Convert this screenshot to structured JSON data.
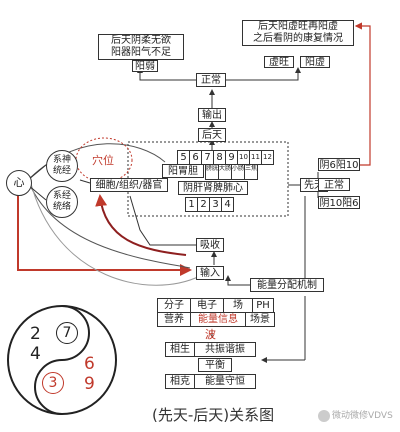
{
  "top_left_box": {
    "line1": "后天阴柔无欲",
    "line2": "阳器阳气不足",
    "label": "阳弱"
  },
  "top_right_box": {
    "line1": "后天阳虚旺再阳虚",
    "line2": "之后看阴的康复情况",
    "label_a": "虚旺",
    "label_b": "阳虚"
  },
  "normal_top": "正常",
  "output": "输出",
  "houtian": "后天",
  "xiantian": "先天",
  "yang_top_row": [
    "5",
    "6",
    "7",
    "8",
    "9",
    "10",
    "11",
    "12"
  ],
  "yang_label": "阳胃胆",
  "yang_sub": [
    "膀胱",
    "大肠",
    "小肠",
    "三焦"
  ],
  "yin_label": "阴肝肾脾肺心",
  "yin_bottom_row": [
    "1",
    "2",
    "3",
    "4"
  ],
  "acupoint": "穴位",
  "heart": "心",
  "nervous": "系神\n统经",
  "meridian": "系经\n统络",
  "cell_tissue": "细胞/组织/器官",
  "absorb": "吸收",
  "input": "输入",
  "right_stack": [
    "阴6阳10",
    "正常",
    "阴10阳6"
  ],
  "energy": "能量分配机制",
  "table_row1": [
    "分子",
    "电子",
    "场",
    "PH"
  ],
  "table_row2": [
    "营养",
    "能量信息",
    "场景"
  ],
  "wave": "波",
  "resonance": [
    "相生",
    "共振谐振"
  ],
  "balance": "平衡",
  "conservation": [
    "相克",
    "能量守恒"
  ],
  "taiji_numbers": {
    "left": [
      "2",
      "4"
    ],
    "circled": "7",
    "red_circled": "3",
    "right_red": [
      "6",
      "9"
    ]
  },
  "caption": "(先天-后天)关系图",
  "watermark": "微动微修VDVS"
}
